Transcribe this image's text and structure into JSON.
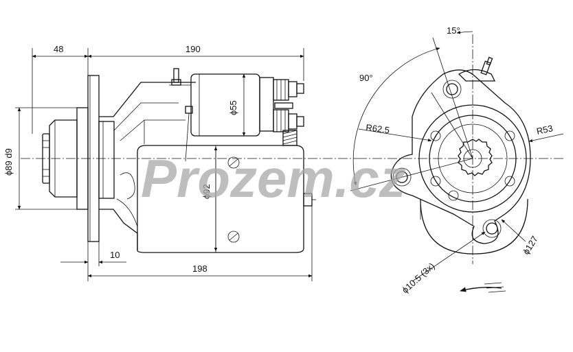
{
  "labels": {
    "dim_48": "48",
    "dim_190": "190",
    "dim_198": "198",
    "dim_10": "10",
    "dia_55": "ϕ55",
    "dia_92": "ϕ92",
    "dia_89": "ϕ89 d9",
    "angle_15": "15°",
    "angle_90": "90°",
    "r_625": "R62.5",
    "r_53": "R53",
    "dia_127": "ϕ127",
    "holes": "ϕ10.5 (3x)"
  },
  "watermark": "Prozem.cz",
  "colors": {
    "line": "#111111",
    "watermark": "#a9a9a9"
  }
}
